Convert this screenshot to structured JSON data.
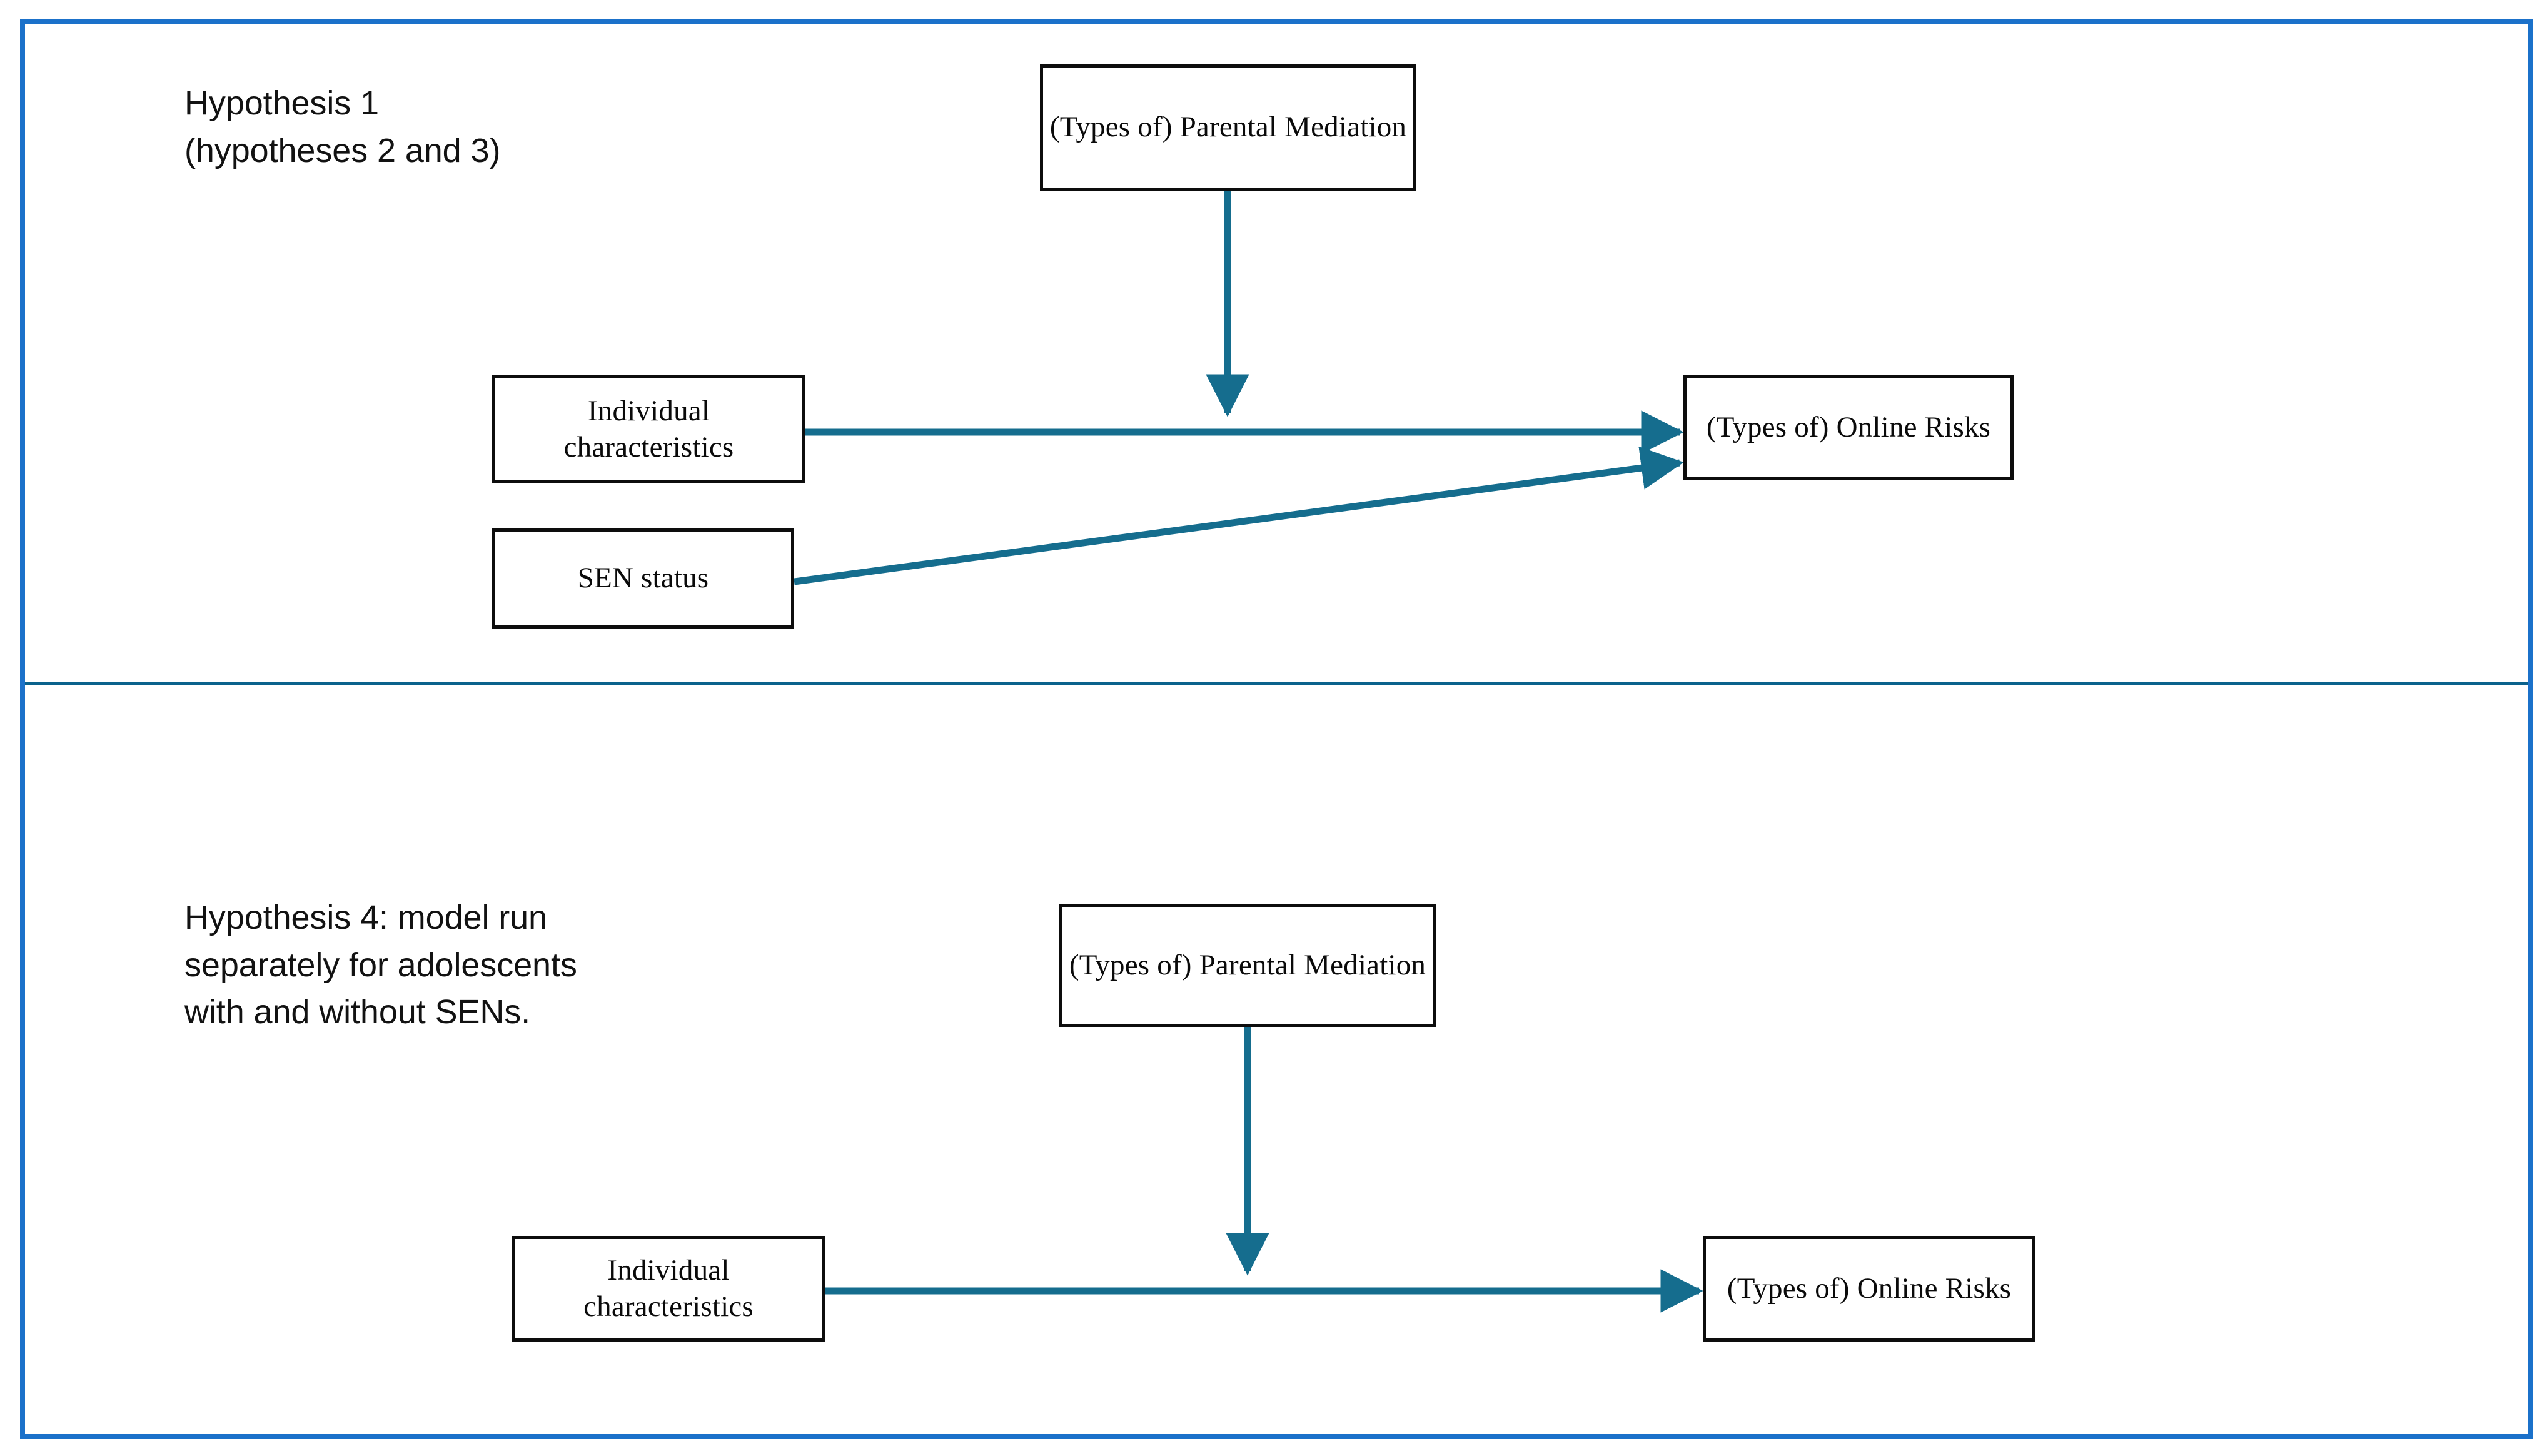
{
  "diagram": {
    "title_internal": "Hypothesis model diagram",
    "colors": {
      "outer_frame": "#1b71ca",
      "panel_divider": "#0a628c",
      "arrow": "#156d8e",
      "node_border": "#0d0d0d",
      "node_fill": "#ffffff",
      "text": "#121212"
    }
  },
  "panels": [
    {
      "id": "top",
      "caption": "Hypothesis 1\n(hypotheses 2 and 3)",
      "nodes": [
        {
          "id": "mediation-top",
          "label": "(Types of) Parental\nMediation"
        },
        {
          "id": "individual-top",
          "label": "Individual\ncharacteristics"
        },
        {
          "id": "sen-top",
          "label": "SEN status"
        },
        {
          "id": "risks-top",
          "label": "(Types of) Online\nRisks"
        }
      ],
      "edges": [
        {
          "from": "mediation-top",
          "to": "individual-to-risks-path",
          "kind": "moderator-vertical"
        },
        {
          "from": "individual-top",
          "to": "risks-top",
          "kind": "direct-horizontal"
        },
        {
          "from": "sen-top",
          "to": "risks-top",
          "kind": "direct-diagonal"
        }
      ]
    },
    {
      "id": "bottom",
      "caption": "Hypothesis 4: model run\nseparately for adolescents\nwith and without SENs.",
      "nodes": [
        {
          "id": "mediation-bottom",
          "label": "(Types of) Parental\nMediation"
        },
        {
          "id": "individual-bottom",
          "label": "Individual\ncharacteristics"
        },
        {
          "id": "risks-bottom",
          "label": "(Types of) Online\nRisks"
        }
      ],
      "edges": [
        {
          "from": "mediation-bottom",
          "to": "individual-to-risks-path",
          "kind": "moderator-vertical"
        },
        {
          "from": "individual-bottom",
          "to": "risks-bottom",
          "kind": "direct-horizontal"
        }
      ]
    }
  ]
}
